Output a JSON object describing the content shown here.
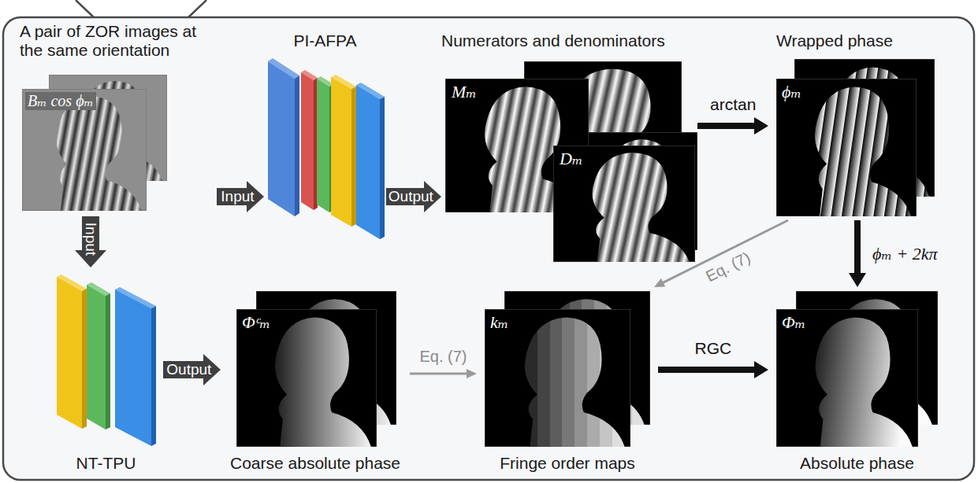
{
  "diagram": {
    "nodes": [
      {
        "text": [
          "A pair of ZOR images at the same orientation",
          "Bₘ cos ϕₘ"
        ]
      },
      {
        "text": [
          "PI-AFPA"
        ]
      },
      {
        "text": [
          "Numerators and denominators",
          "Mₘ",
          "Dₘ"
        ]
      },
      {
        "text": [
          "Wrapped phase",
          "ϕₘ"
        ]
      },
      {
        "text": [
          "NT-TPU"
        ]
      },
      {
        "text": [
          "Coarse absolute phase",
          "Φᶜₘ"
        ]
      },
      {
        "text": [
          "Fringe order maps",
          "kₘ"
        ]
      },
      {
        "text": [
          "Absolute phase",
          "Φₘ"
        ]
      }
    ],
    "edges": [
      {
        "from": 0,
        "to": 1,
        "arrow": "to",
        "label": "Input"
      },
      {
        "from": 1,
        "to": 2,
        "arrow": "to",
        "label": "Output"
      },
      {
        "from": 2,
        "to": 3,
        "arrow": "to",
        "label": "arctan"
      },
      {
        "from": 3,
        "to": 6,
        "arrow": "to",
        "label": "Eq. (7)"
      },
      {
        "from": 3,
        "to": 7,
        "arrow": "to",
        "label": "ϕₘ + 2kπ"
      },
      {
        "from": 0,
        "to": 4,
        "arrow": "to",
        "label": "Input"
      },
      {
        "from": 4,
        "to": 5,
        "arrow": "to",
        "label": "Output"
      },
      {
        "from": 5,
        "to": 6,
        "arrow": "to",
        "label": "Eq. (7)"
      },
      {
        "from": 6,
        "to": 7,
        "arrow": "to",
        "label": "RGC"
      }
    ]
  }
}
